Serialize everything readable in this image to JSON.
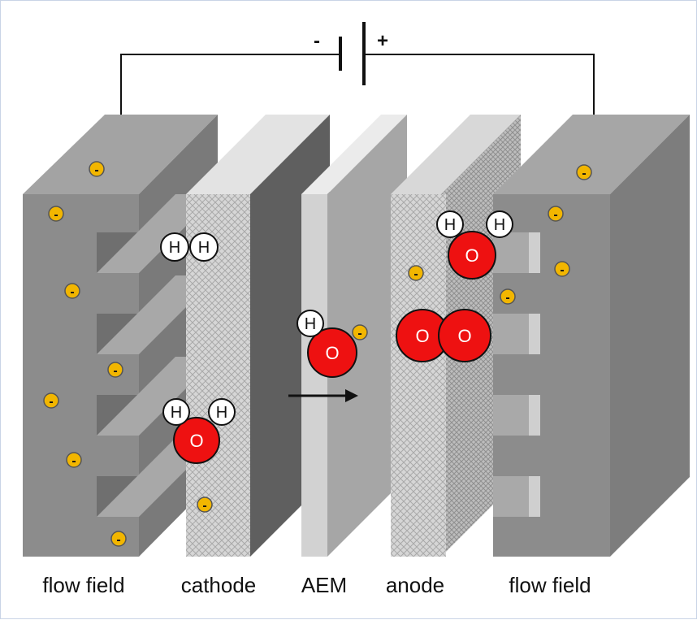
{
  "battery": {
    "minus": "-",
    "plus": "+"
  },
  "labels": {
    "flow_field_left": "flow field",
    "cathode": "cathode",
    "aem": "AEM",
    "anode": "anode",
    "flow_field_right": "flow field"
  },
  "atoms": {
    "hydrogen": "H",
    "oxygen": "O",
    "electron": "-"
  },
  "colors": {
    "flow_field": "#8c8c8c",
    "membrane": "#cfcfcf",
    "electrode": "#b8b8b8",
    "oxygen": "#ee1111",
    "hydrogen": "#ffffff",
    "electron": "#f2b600"
  }
}
